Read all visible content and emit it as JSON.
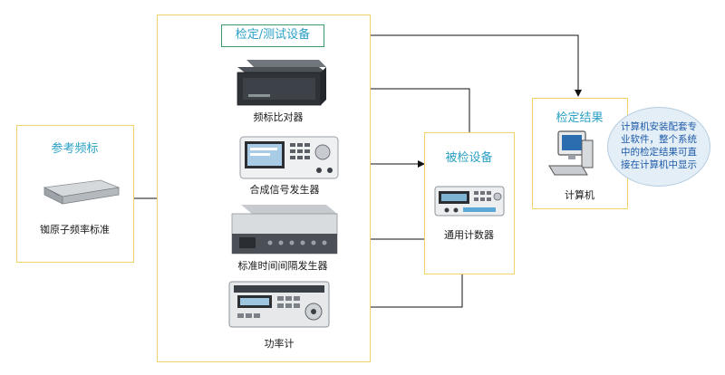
{
  "test_equipment": {
    "title": "检定/测试设备",
    "devices": [
      {
        "label": "频标比对器"
      },
      {
        "label": "合成信号发生器"
      },
      {
        "label": "标准时间间隔发生器"
      },
      {
        "label": "功率计"
      }
    ]
  },
  "reference": {
    "title": "参考频标",
    "device_label": "铷原子频率标准"
  },
  "dut": {
    "title": "被检设备",
    "device_label": "通用计数器"
  },
  "result": {
    "title": "检定结果",
    "device_label": "计算机",
    "note": "计算机安装配套专业软件，整个系统中的检定结果可直接在计算机中显示"
  },
  "colors": {
    "panel_border": "#f0d46a",
    "title_text": "#2aa0c4",
    "note_text": "#1d5aa8",
    "note_fill": "#e3eef7"
  }
}
